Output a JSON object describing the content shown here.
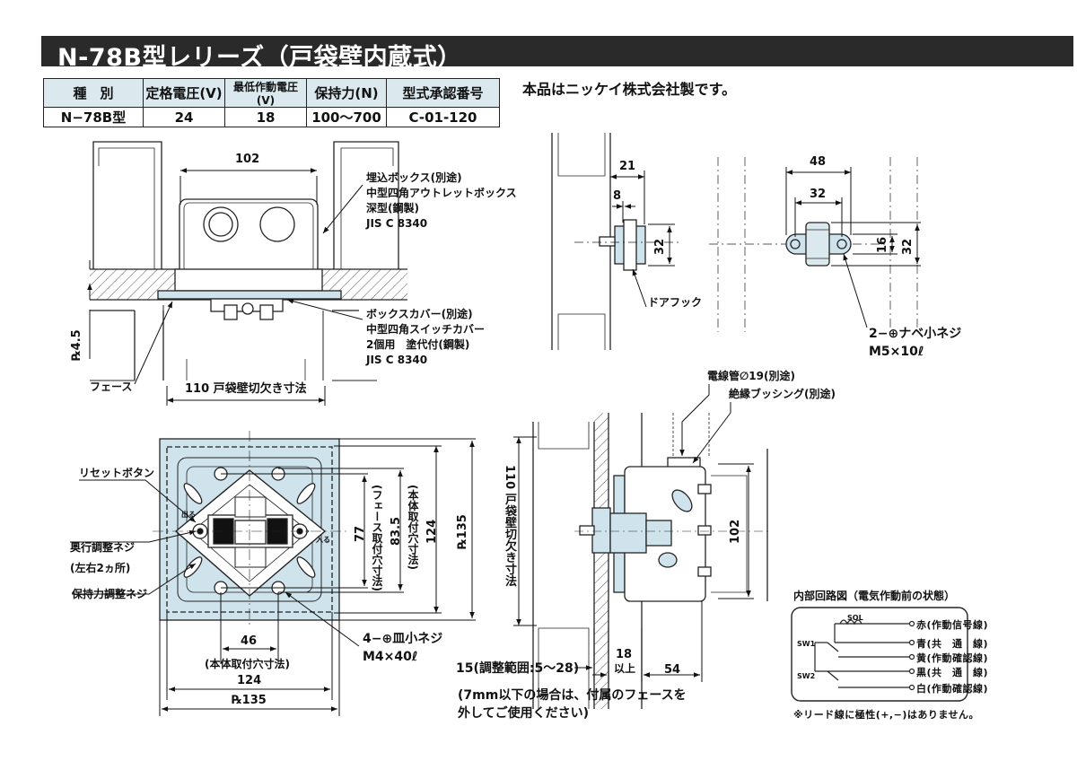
{
  "header": {
    "title": "N-78B型レリーズ（戸袋壁内蔵式）"
  },
  "spec_table": {
    "headers": [
      "種　別",
      "定格電圧(V)",
      "最低作動電圧(V)",
      "保持力(N)",
      "型式承認番号"
    ],
    "row": [
      "N−78B型",
      "24",
      "18",
      "100〜700",
      "C-01-120"
    ]
  },
  "maker_note": "本品はニッケイ株式会社製です。",
  "top_left": {
    "dim_102": "102",
    "box_label": [
      "埋込ボックス(別途)",
      "中型四角アウトレットボックス",
      "深型(鋼製)",
      "JIS C 8340"
    ],
    "cover_label": [
      "ボックスカバー(別途)",
      "中型四角スイッチカバー",
      "2個用　塗代付(鋼製)",
      "JIS C 8340"
    ],
    "dim_45": "℞4.5",
    "face_label": "フェース",
    "cutout_label": "110 戸袋壁切欠き寸法"
  },
  "top_right": {
    "dim_21": "21",
    "dim_8": "8",
    "dim_32a": "32",
    "door_hook": "ドアフック",
    "dim_48": "48",
    "dim_32b": "32",
    "dim_16": "16",
    "dim_32c": "32",
    "screw_label": [
      "2−⊕ナベ小ネジ",
      "M5×10ℓ"
    ]
  },
  "front_view": {
    "reset_button": "リセットボタン",
    "depth_screw": [
      "奥行調整ネジ",
      "(左右2ヵ所)"
    ],
    "holding_screw": "保持力調整ネジ",
    "dim_77": [
      "77",
      "(フェース取付穴寸法)"
    ],
    "dim_835": [
      "83.5",
      "(本体取付穴寸法)"
    ],
    "dim_124v": "124",
    "dim_135v": "℞135",
    "dim_46": [
      "46",
      "(本体取付穴寸法)"
    ],
    "dim_124h": "124",
    "dim_135h": "℞135",
    "countersunk": [
      "4−⊕皿小ネジ",
      "M4×40ℓ"
    ],
    "marks": [
      "出る",
      "入る"
    ]
  },
  "bottom_right": {
    "conduit": "電線管∅19(別途)",
    "bushing": "絶縁ブッシング(別途)",
    "side_cutout": "110 戸袋壁切欠き寸法",
    "dim_102": "102",
    "dim_18": [
      "18",
      "以上"
    ],
    "dim_54": "54",
    "dim_15": "15(調整範囲:5〜28)",
    "note": [
      "(7mm以下の場合は、付属のフェースを",
      "外してご使用ください)"
    ]
  },
  "circuit": {
    "title": "内部回路図（電気作動前の状態）",
    "sol": "SOL",
    "sw1": "SW1",
    "sw2": "SW2",
    "wires": [
      "赤(作動信号線)",
      "青(共　通　線)",
      "黄(作動確認線)",
      "黒(共　通　線)",
      "白(作動確認線)"
    ],
    "note": "※リード線に極性(+,−)はありません。"
  }
}
